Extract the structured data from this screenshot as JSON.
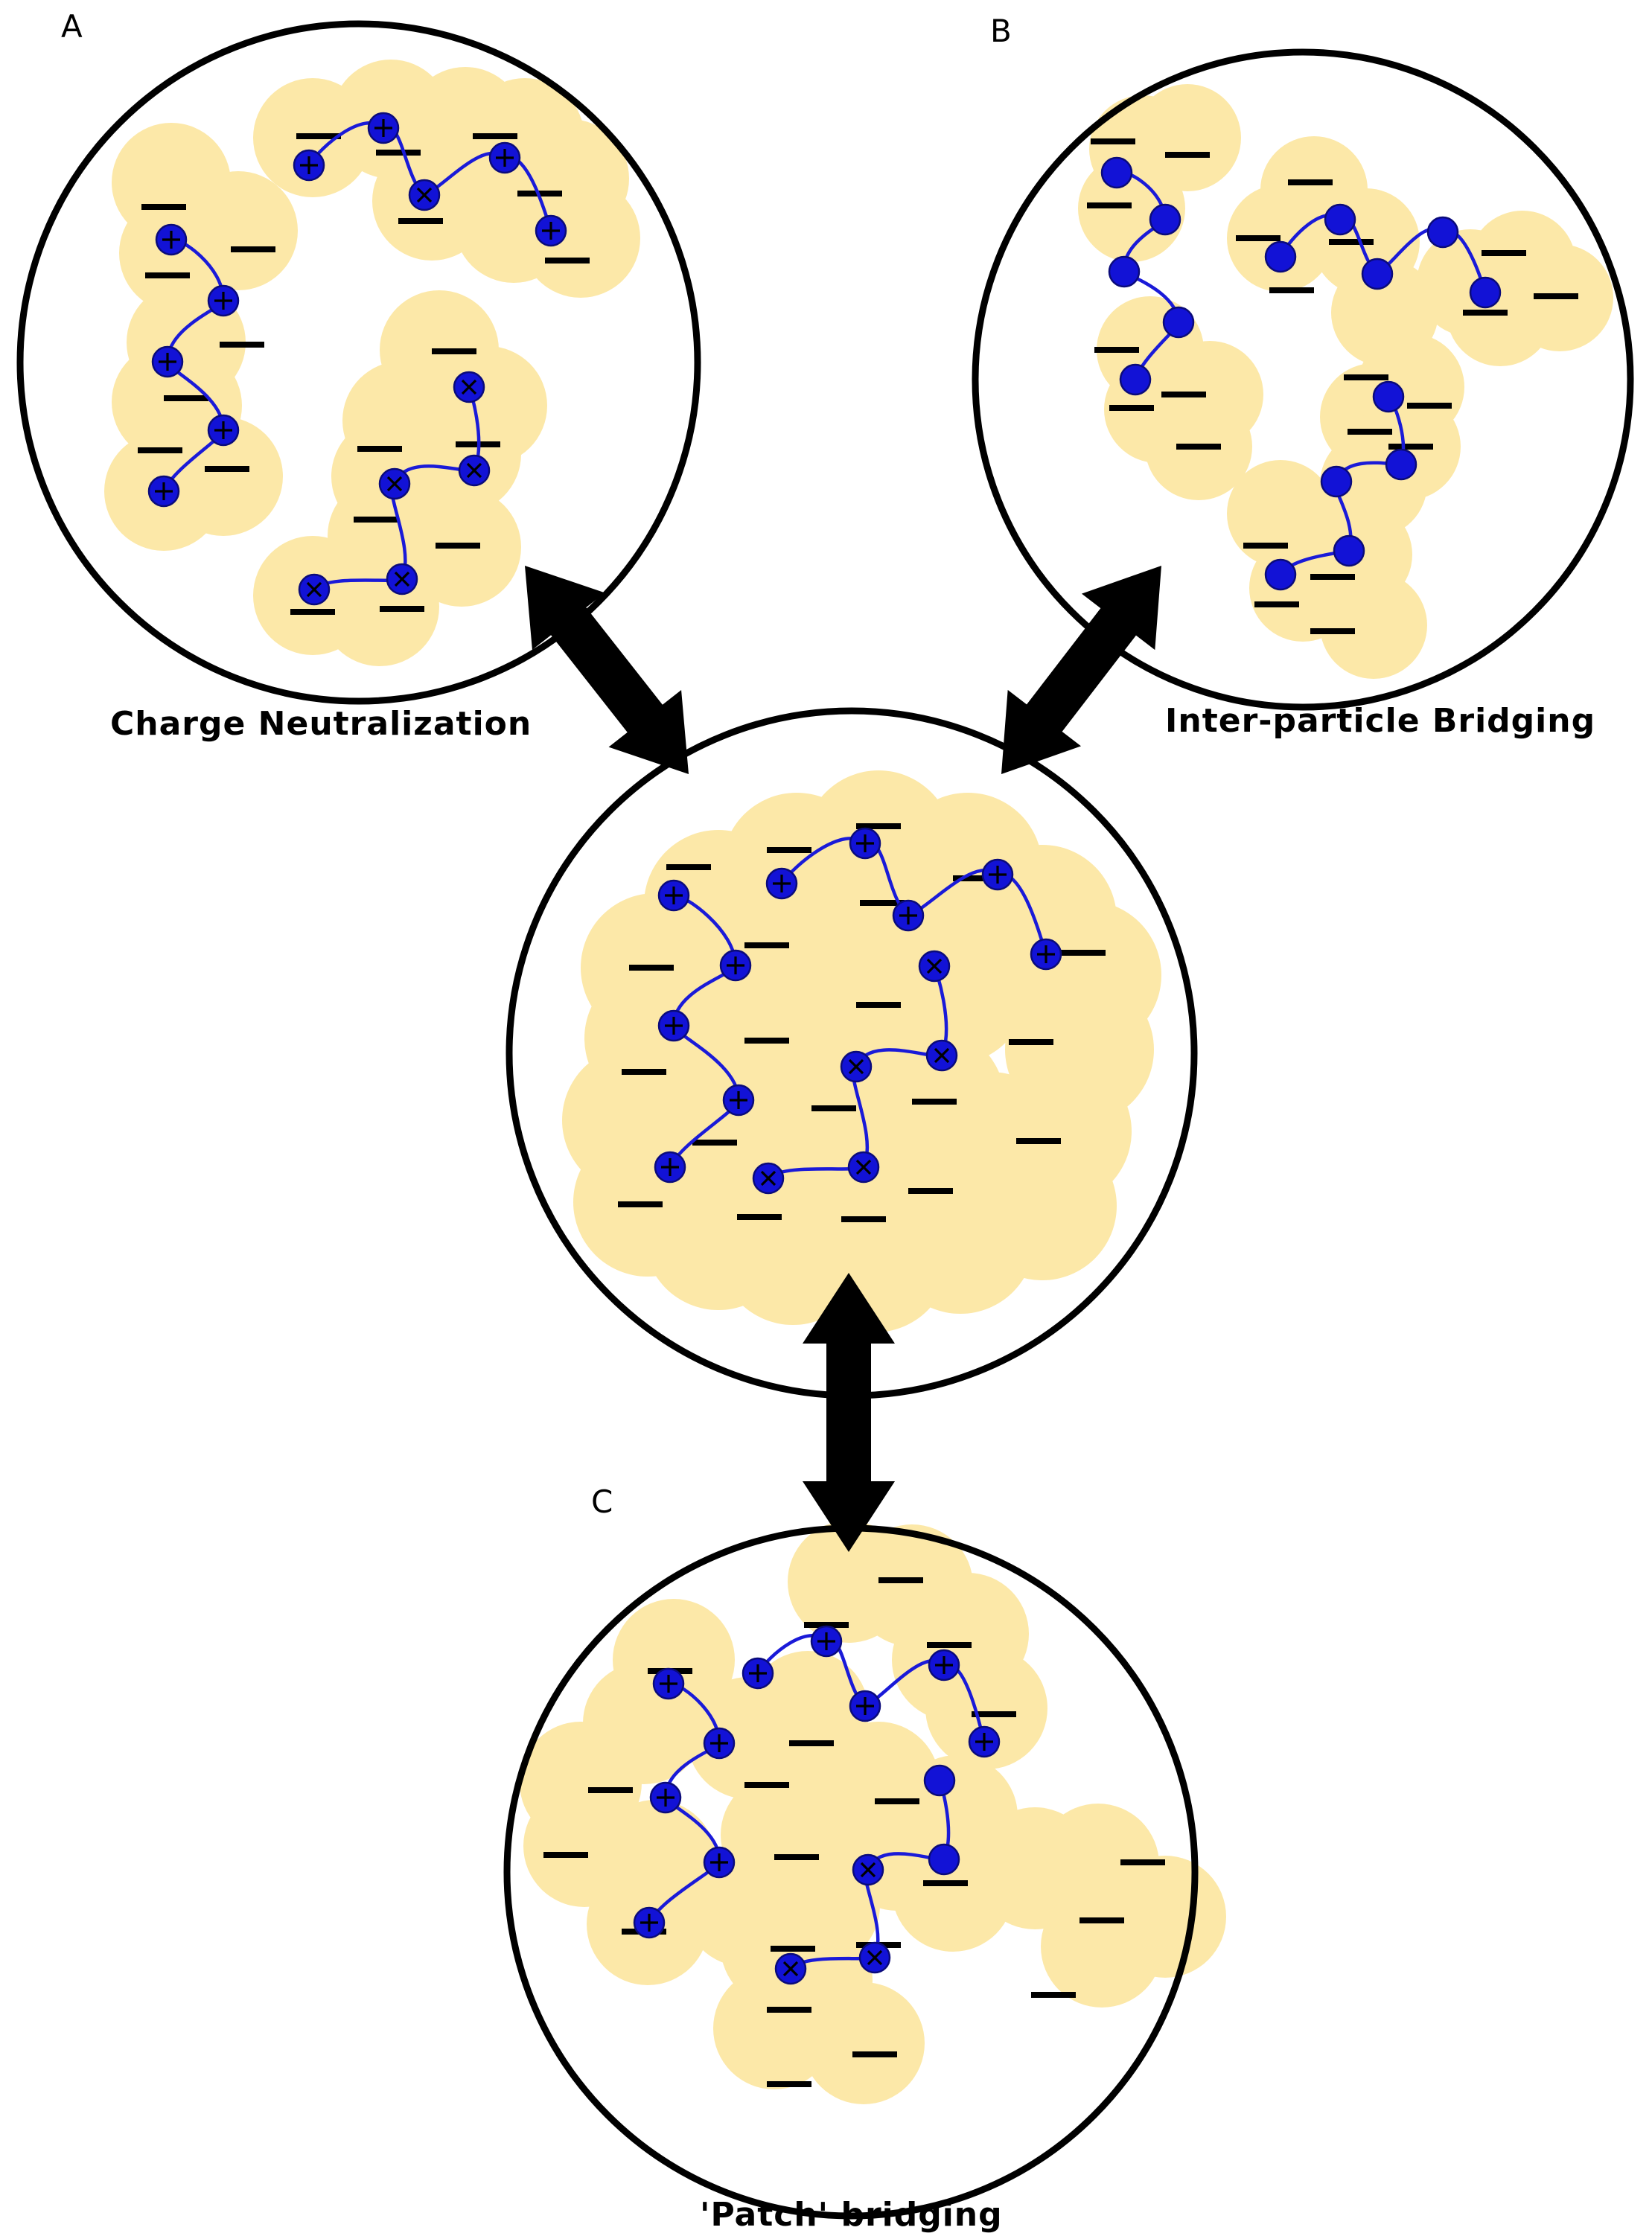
{
  "panels": {
    "a": {
      "letter": "A",
      "caption": "Charge Neutralization"
    },
    "b": {
      "letter": "B",
      "caption": "Inter-particle Bridging"
    },
    "c": {
      "letter": "C",
      "caption": "'Patch' bridging"
    }
  },
  "colors": {
    "particle": "#fce8a8",
    "polymer": "#1a1ad8",
    "bead": "#1212d6",
    "outline": "#000000"
  },
  "icons": {
    "positive_bead": "circle-plus",
    "neutral_bead": "circle-cross",
    "negative_charge": "minus-bar",
    "transition": "double-headed-arrow"
  }
}
